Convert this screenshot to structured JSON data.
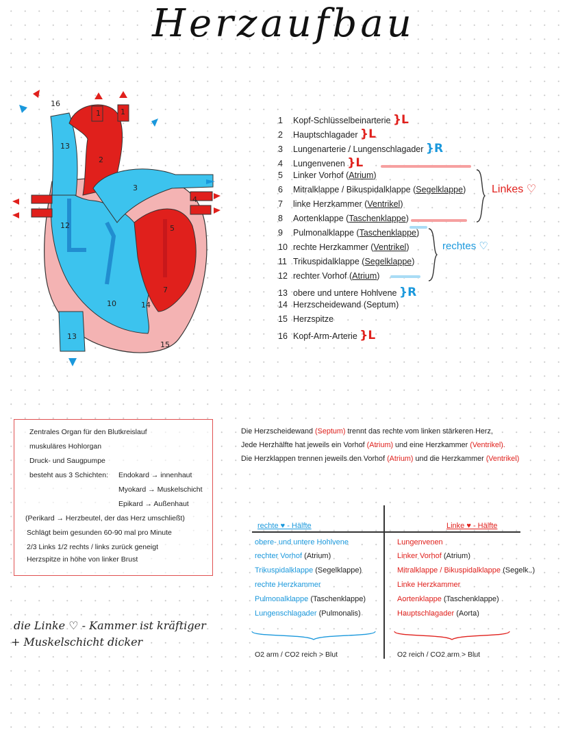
{
  "title": "Herzaufbau",
  "diagram_numbers": [
    "16",
    "1",
    "1",
    "13",
    "2",
    "3",
    "4",
    "12",
    "5",
    "10",
    "14",
    "7",
    "13",
    "15"
  ],
  "legend": [
    {
      "num": "1",
      "text": "Kopf-Schlüsselbeinarterie",
      "mark": "}L"
    },
    {
      "num": "2",
      "text": "Hauptschlagader",
      "mark": "}L"
    },
    {
      "num": "3",
      "text": "Lungenarterie / Lungenschlagader",
      "mark": "}R"
    },
    {
      "num": "4",
      "text": "Lungenvenen",
      "mark": "}L"
    },
    {
      "num": "5",
      "pre": "Linker Vorhof (",
      "u": "Atrium",
      "post": ")"
    },
    {
      "num": "6",
      "pre": "Mitralklappe / Bikuspidalklappe (",
      "u": "Segelklappe",
      "post": ")"
    },
    {
      "num": "7",
      "pre": "linke Herzkammer (",
      "u": "Ventrikel",
      "post": ")"
    },
    {
      "num": "8",
      "pre": "Aortenklappe (",
      "u": "Taschenklappe",
      "post": ")"
    },
    {
      "num": "9",
      "pre": "Pulmonalklappe (",
      "u": "Taschenklappe",
      "post": ")"
    },
    {
      "num": "10",
      "pre": "rechte Herzkammer (",
      "u": "Ventrikel",
      "post": ")"
    },
    {
      "num": "11",
      "pre": "Trikuspidalklappe (",
      "u": "Segelklappe",
      "post": ")"
    },
    {
      "num": "12",
      "pre": "rechter Vorhof (",
      "u": "Atrium",
      "post": ")"
    },
    {
      "num": "13",
      "text": "obere und untere Hohlvene",
      "mark": "}R"
    },
    {
      "num": "14",
      "text": "Herzscheidewand (Septum)"
    },
    {
      "num": "15",
      "text": "Herzspitze"
    },
    {
      "num": "16",
      "text": "Kopf-Arm-Arterie",
      "mark": "}L"
    }
  ],
  "group_labels": {
    "left": "Linkes ♡",
    "right": "rechtes ♡"
  },
  "info_box": {
    "line1": "Zentrales Organ für den Blutkreislauf",
    "line2": "muskuläres Hohlorgan",
    "line3": "Druck- und Saugpumpe",
    "line4_a": "besteht aus 3 Schichten:",
    "line4_b": "Endokard → innenhaut",
    "line5": "Myokard → Muskelschicht",
    "line6": "Epikard → Außenhaut",
    "line7": "(Perikard → Herzbeutel, der das Herz umschließt)",
    "line8": "Schlägt beim gesunden 60-90 mal pro Minute",
    "line9": "2/3 Links 1/2 rechts / links zurück geneigt",
    "line10": "Herzspitze in höhe von linker Brust"
  },
  "paragraph": {
    "l1_a": "Die Herzscheidewand",
    "l1_b": "(Septum)",
    "l1_c": "trennt das rechte vom linken stärkeren Herz,",
    "l2_a": "Jede Herzhälfte hat jeweils ein Vorhof",
    "l2_b": "(Atrium)",
    "l2_c": "und eine Herzkammer",
    "l2_d": "(Ventrikel).",
    "l3_a": "Die Herzklappen trennen jeweils den Vorhof",
    "l3_b": "(Atrium)",
    "l3_c": "und die Herzkammer",
    "l3_d": "(Ventrikel)"
  },
  "compare": {
    "right_header": "rechte ♥ - Hälfte",
    "left_header": "Linke ♥ - Hälfte",
    "right_items": [
      {
        "name": "obere- und untere Hohlvene",
        "extra": ""
      },
      {
        "name": "rechter Vorhof",
        "extra": "(Atrium)"
      },
      {
        "name": "Trikuspidalklappe",
        "extra": "(Segelklappe)"
      },
      {
        "name": "rechte Herzkammer",
        "extra": ""
      },
      {
        "name": "Pulmonalklappe",
        "extra": "(Taschenklappe)"
      },
      {
        "name": "Lungenschlagader",
        "extra": "(Pulmonalis)"
      }
    ],
    "left_items": [
      {
        "name": "Lungenvenen",
        "extra": ""
      },
      {
        "name": "Linker Vorhof",
        "extra": "(Atrium)"
      },
      {
        "name": "Mitralklappe / Bikuspidalklappe",
        "extra": "(Segelk..)"
      },
      {
        "name": "Linke Herzkammer",
        "extra": ""
      },
      {
        "name": "Aortenklappe",
        "extra": "(Taschenklappe)"
      },
      {
        "name": "Hauptschlagader",
        "extra": "(Aorta)"
      }
    ],
    "right_footer": "O2 arm / CO2 reich > Blut",
    "left_footer": "O2 reich / CO2 arm > Blut"
  },
  "note": {
    "line1": "die Linke ♡ - Kammer ist kräftiger",
    "line2": "+ Muskelschicht dicker"
  },
  "colors": {
    "red": "#e0201c",
    "blue": "#1a98dc",
    "pink": "#f4b3b3",
    "cyan": "#3cc3ee",
    "darkred": "#c8181b"
  }
}
